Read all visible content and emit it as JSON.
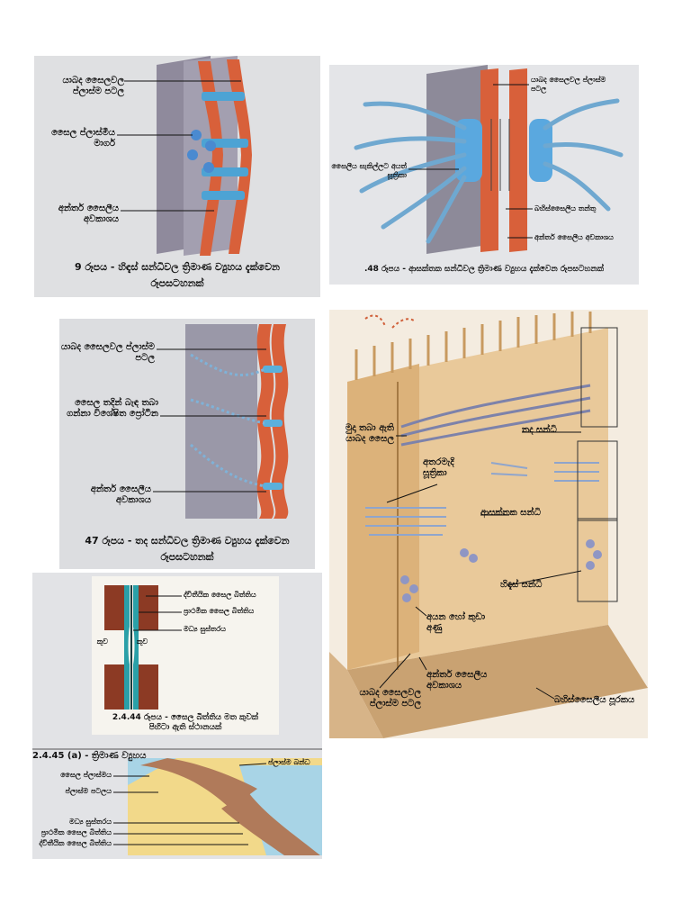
{
  "panel1": {
    "labels": {
      "membrane": "යාබද සෛලවල ප්ලාස්ම පටල",
      "channel": "සෛල ප්ලාස්මීය මාර්ග",
      "space": "අන්තර් සෛලීය අවකාශය"
    },
    "caption_line1": "9 රූපය - හිඳැස් සන්ධිවල ත්‍රිමාණ ව්‍යුහය දැක්වෙන",
    "caption_line2": "රූපසටහනක්"
  },
  "panel2": {
    "labels": {
      "membrane": "යාබද සෛලවල ප්ලාස්ම පටල",
      "filaments": "සෛලීය සැකිල්ලට අයත් සූත්‍රිකා",
      "fibers": "බහිස්සෛලීය තන්තු",
      "space": "අන්තර් සෛලීය අවකාශය"
    },
    "caption": ".48 රූපය - ආසක්තක සන්ධිවල ත්‍රිමාණ ව්‍යුහය දැක්වෙන රූපසටහනක්"
  },
  "panel3": {
    "labels": {
      "membrane": "යාබද සෛලවල ප්ලාස්ම පටල",
      "proteins": "සෛල තදින් බැඳ තබා ගන්නා විශේෂිත ප්‍රෝටීන",
      "space": "අන්තර් සෛලීය අවකාශය"
    },
    "caption_line1": "47 රූපය - තද සන්ධිවල ත්‍රිමාණ ව්‍යුහය දැක්වෙන",
    "caption_line2": "රූපසටහනක්"
  },
  "panel4": {
    "labels": {
      "tight": "තද සන්ධි",
      "adjacent": "මුදා තබා ඇති යාබද සෛල",
      "intermediate": "අතරමැදි සූත්‍රිකා",
      "desmosome": "ආසක්තක සන්ධි",
      "gap": "හිඳැස් සන්ධි",
      "ions": "අයන හෝ කුඩා අණු",
      "space": "අන්තර් සෛලීය අවකාශය",
      "membrane": "යාබද සෛලවල ප්ලාස්ම පටල",
      "matrix": "බහිස්සෛලීය පූරකය"
    }
  },
  "panel5": {
    "labels": {
      "secondary": "ද්විතීයික සෛල බිත්තිය",
      "primary": "ප්‍රාථමික සෛල බිත්තිය",
      "middle": "මධ්‍ය සුස්තරය",
      "pit_left": "කුව",
      "pit_right": "කුව"
    },
    "caption_line1": "2.4.44 රූපය - සෛල බිත්තිය මත කුවක්",
    "caption_line2": "පිහිටා ඇති ස්ථානයක්",
    "section_title": "2.4.45 (a) - ත්‍රිමාණ ව්‍යුහය",
    "labels_b": {
      "plasmodesma": "ප්ලාස්ම බන්ධ",
      "cytoplasm": "සෛල ප්ලාස්මය",
      "plasma_membrane": "ප්ලාස්ම පටලය",
      "middle": "මධ්‍ය සුස්තරය",
      "primary": "ප්‍රාථමික සෛල බිත්තිය",
      "secondary": "ද්විතීයික සෛල බිත්තිය"
    }
  }
}
